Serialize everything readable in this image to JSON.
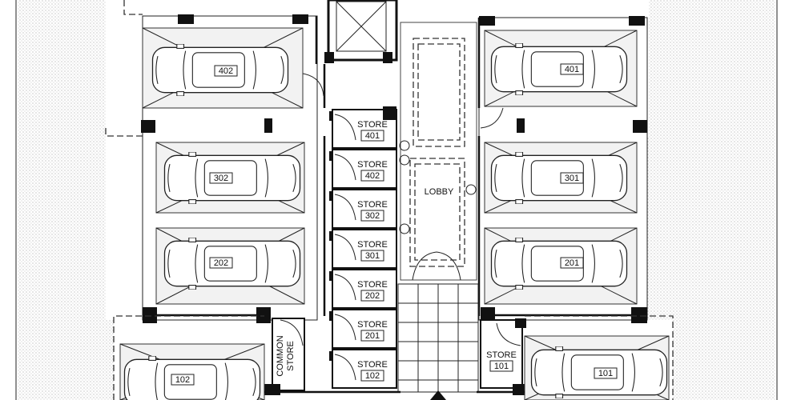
{
  "plan": {
    "lobby_label": "LOBBY",
    "common_store_label": [
      "COMMON",
      "STORE"
    ],
    "store_label": "STORE",
    "stores": [
      "401",
      "402",
      "302",
      "301",
      "202",
      "201",
      "102",
      "101"
    ],
    "parking": {
      "left": [
        "402",
        "302",
        "202",
        "102"
      ],
      "right": [
        "401",
        "301",
        "201",
        "101"
      ]
    }
  }
}
